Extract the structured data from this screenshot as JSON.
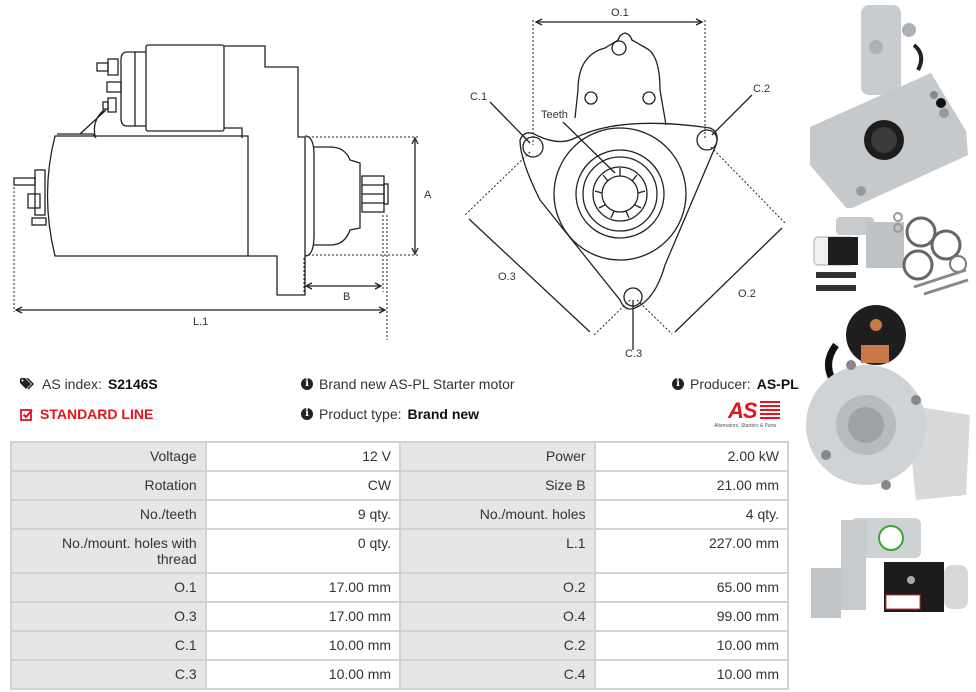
{
  "drawings": {
    "side_view": {
      "labels": {
        "a": "A",
        "b": "B",
        "l1": "L.1"
      }
    },
    "front_view": {
      "labels": {
        "o1": "O.1",
        "o2": "O.2",
        "o3": "O.3",
        "c1": "C.1",
        "c2": "C.2",
        "c3": "C.3",
        "teeth": "Teeth"
      }
    }
  },
  "product": {
    "as_index_label": "AS index:",
    "as_index_value": "S2146S",
    "line_label": "STANDARD LINE",
    "description": "Brand new AS-PL Starter motor",
    "type_label": "Product type:",
    "type_value": "Brand new",
    "producer_label": "Producer:",
    "producer_value": "AS-PL",
    "logo_text": "AS",
    "logo_tagline": "Alternators, Starters & Parts",
    "accent_color": "#e3141b"
  },
  "icons": {
    "tags": "tags-icon",
    "check": "check-square-icon",
    "info": "info-circle-icon"
  },
  "specs": [
    {
      "k1": "Voltage",
      "v1": "12 V",
      "k2": "Power",
      "v2": "2.00 kW"
    },
    {
      "k1": "Rotation",
      "v1": "CW",
      "k2": "Size B",
      "v2": "21.00 mm"
    },
    {
      "k1": "No./teeth",
      "v1": "9 qty.",
      "k2": "No./mount. holes",
      "v2": "4 qty."
    },
    {
      "k1": "No./mount. holes with thread",
      "v1": "0 qty.",
      "k2": "L.1",
      "v2": "227.00 mm"
    },
    {
      "k1": "O.1",
      "v1": "17.00 mm",
      "k2": "O.2",
      "v2": "65.00 mm"
    },
    {
      "k1": "O.3",
      "v1": "17.00 mm",
      "k2": "O.4",
      "v2": "99.00 mm"
    },
    {
      "k1": "C.1",
      "v1": "10.00 mm",
      "k2": "C.2",
      "v2": "10.00 mm"
    },
    {
      "k1": "C.3",
      "v1": "10.00 mm",
      "k2": "C.4",
      "v2": "10.00 mm"
    }
  ],
  "photos": [
    "starter-photo-front-plate",
    "starter-photo-kit",
    "starter-photo-rear",
    "starter-photo-side"
  ]
}
